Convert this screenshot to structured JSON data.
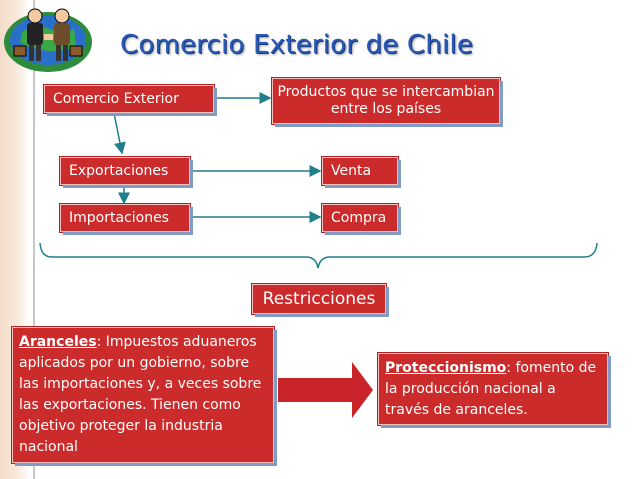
{
  "title": "Comercio Exterior de Chile",
  "nodes": {
    "comercio_exterior": "Comercio Exterior",
    "productos": "Productos que se intercambian entre los países",
    "exportaciones": "Exportaciones",
    "importaciones": "Importaciones",
    "venta": "Venta",
    "compra": "Compra",
    "restricciones": "Restricciones"
  },
  "aranceles": {
    "term": "Aranceles",
    "text": ": Impuestos aduaneros aplicados por un gobierno, sobre las importaciones y, a veces sobre las exportaciones. Tienen como objetivo proteger la industria nacional"
  },
  "proteccionismo": {
    "term": "Proteccionismo",
    "text": ": fomento de la producción nacional a través de aranceles."
  },
  "colors": {
    "box_red": "#cc2b2b",
    "line_teal": "#1f7f8a",
    "arrow_red": "#c9242a",
    "title_blue": "#2a5ab5"
  }
}
